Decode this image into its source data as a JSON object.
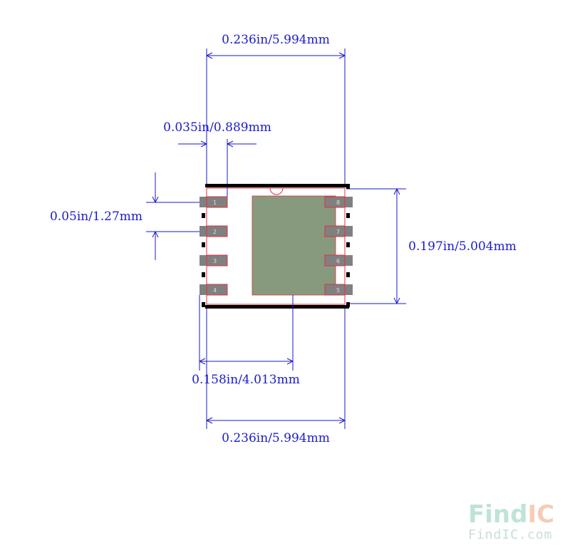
{
  "dimensions": {
    "top_width": "0.236in/5.994mm",
    "pin_width": "0.035in/0.889mm",
    "pin_pitch": "0.05in/1.27mm",
    "body_height": "0.197in/5.004mm",
    "pad_offset": "0.158in/4.013mm",
    "bottom_width": "0.236in/5.994mm"
  },
  "pins": {
    "left": [
      "1",
      "2",
      "3",
      "4"
    ],
    "right": [
      "8",
      "7",
      "6",
      "5"
    ]
  },
  "watermark": {
    "logo_left": "Find",
    "logo_right": "IC",
    "url": "FindIC.com"
  },
  "colors": {
    "dimension": "#1a1acc",
    "outline": "#e03040",
    "pad": "#889a7e",
    "pin": "#808080"
  }
}
